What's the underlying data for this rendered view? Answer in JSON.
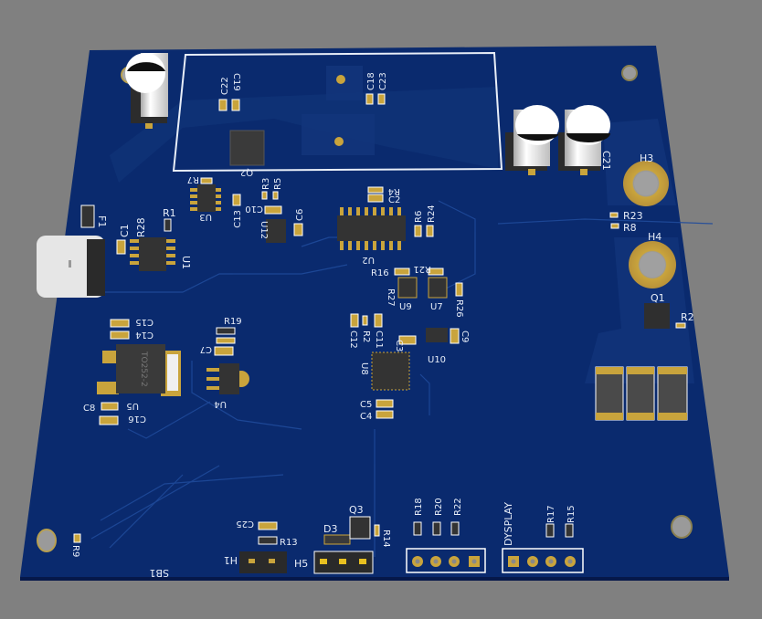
{
  "viewer": {
    "background_color": "#808080",
    "board_color": "#0a2a6e",
    "silkscreen_color": "#e8eef8",
    "pad_color": "#c8a436"
  },
  "board": {
    "labels": {
      "module_caps": [
        "C22",
        "C19",
        "C18",
        "C23"
      ],
      "Q2": "Q2",
      "R3": "R3",
      "R5": "R5",
      "R7": "R7",
      "U3": "U3",
      "C13": "C13",
      "C10": "C10",
      "C6": "C6",
      "U12": "U12",
      "F1": "F1",
      "C1": "C1",
      "R28": "R28",
      "R1": "R1",
      "U1": "U1",
      "R4": "R4",
      "C2": "C2",
      "R6": "R6",
      "R24": "R24",
      "U2": "U2",
      "R16": "R16",
      "R21": "R21",
      "R27": "R27",
      "U9": "U9",
      "U7": "U7",
      "R26": "R26",
      "C12": "C12",
      "R2b": "R2",
      "C11": "C11",
      "C3": "C3",
      "U10": "U10",
      "C9": "C9",
      "U8": "U8",
      "C5": "C5",
      "C4": "C4",
      "C21": "C21",
      "H3": "H3",
      "R23": "R23",
      "R8": "R8",
      "H4": "H4",
      "Q1": "Q1",
      "R2": "R2",
      "C15": "C15",
      "C14": "C14",
      "TO252": "TO252-2",
      "U5": "U5",
      "C8": "C8",
      "C16": "C16",
      "R19": "R19",
      "C7": "C7",
      "U4": "U4",
      "C25": "C25",
      "R13": "R13",
      "H1": "H1",
      "H5": "H5",
      "D3": "D3",
      "Q3": "Q3",
      "R14": "R14",
      "R18": "R18",
      "R20": "R20",
      "R22": "R22",
      "DYSPLAY": "DYSPLAY",
      "R17": "R17",
      "R15": "R15",
      "R9": "R9",
      "SB1": "SB1"
    }
  }
}
